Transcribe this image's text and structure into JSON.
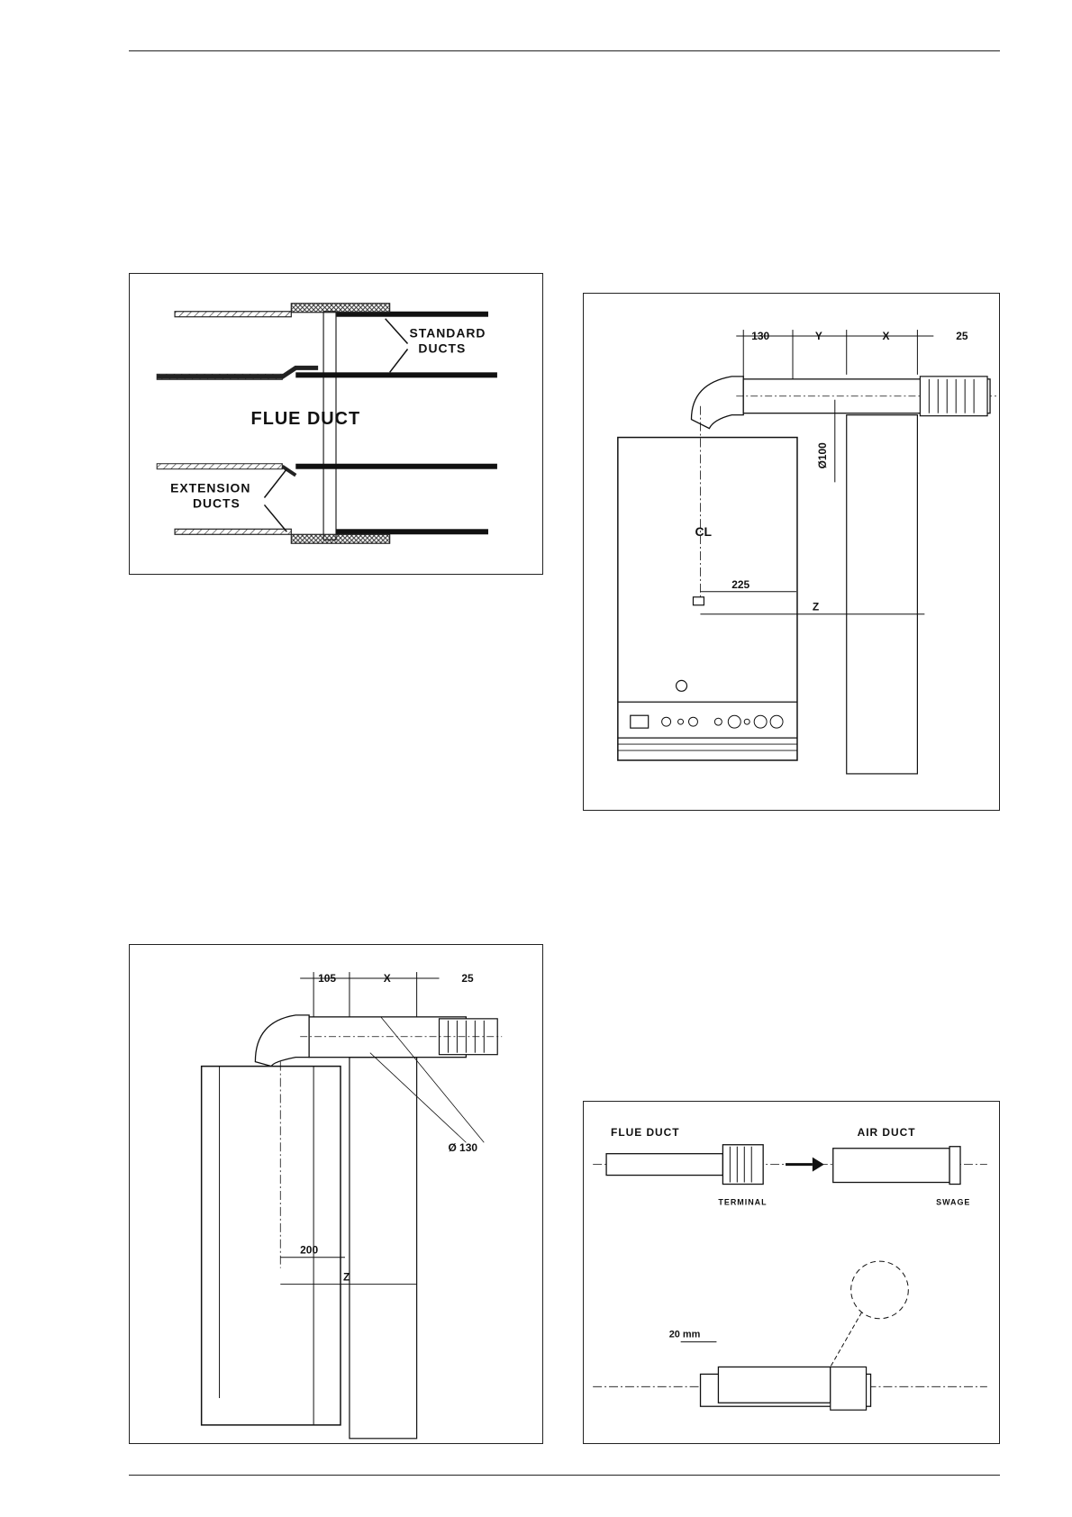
{
  "fig1": {
    "standard": "STANDARD",
    "standard2": "DUCTS",
    "flue": "FLUE   DUCT",
    "extension": "EXTENSION",
    "extension2": "DUCTS"
  },
  "fig2": {
    "d130": "130",
    "dY": "Y",
    "dX": "X",
    "d25": "25",
    "d100": "Ø100",
    "cl": "CL",
    "d225": "225",
    "dZ": "Z"
  },
  "fig3": {
    "d105": "105",
    "dX": "X",
    "d25": "25",
    "d130": "Ø 130",
    "d200": "200",
    "dZ": "Z"
  },
  "fig4": {
    "flue": "FLUE DUCT",
    "air": "AIR DUCT",
    "terminal": "TERMINAL",
    "swage": "SWAGE",
    "d20": "20 mm"
  }
}
